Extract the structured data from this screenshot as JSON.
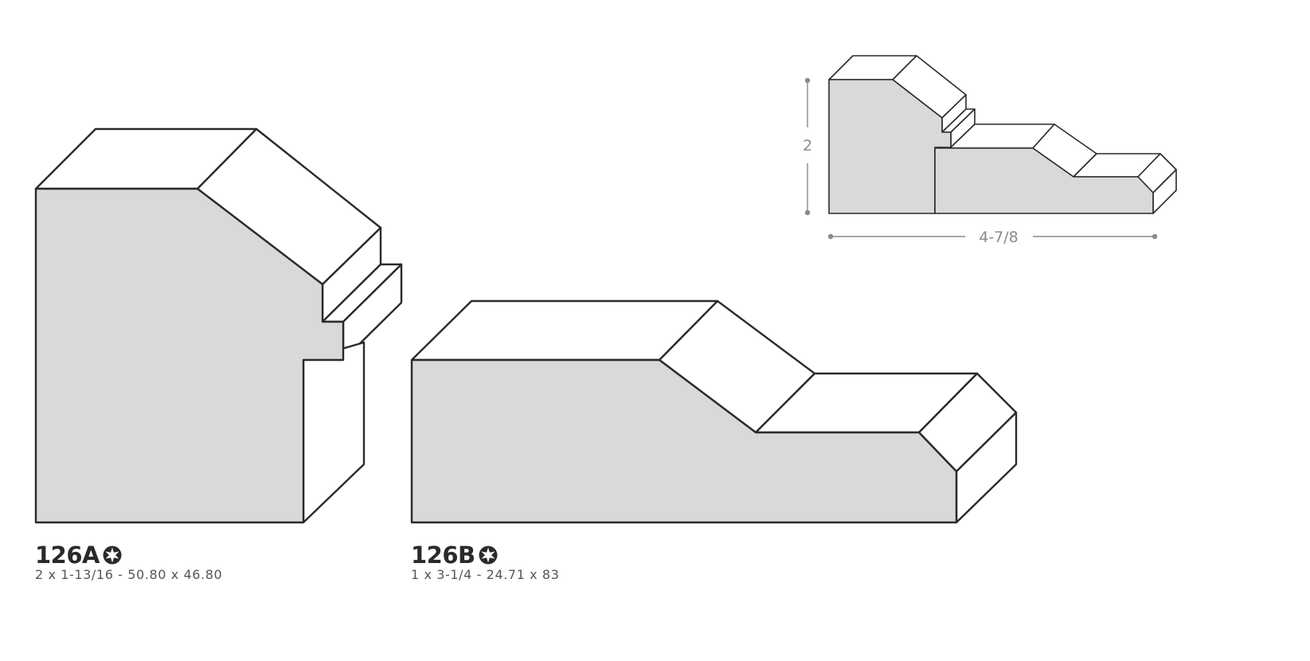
{
  "colors": {
    "outline": "#2a2a2a",
    "face_fill": "#d9d9db",
    "top_fill": "#ffffff",
    "dimension_line": "#8a8a8a"
  },
  "profiles": [
    {
      "code": "126A",
      "dimensions": "2 x 1-13/16 - 50.80 x 46.80",
      "badge_icon": "star-burst-icon"
    },
    {
      "code": "126B",
      "dimensions": "1 x 3-1/4 - 24.71 x 83",
      "badge_icon": "star-burst-icon"
    }
  ],
  "combined_profile": {
    "height_label": "2",
    "width_label": "4-7/8"
  }
}
